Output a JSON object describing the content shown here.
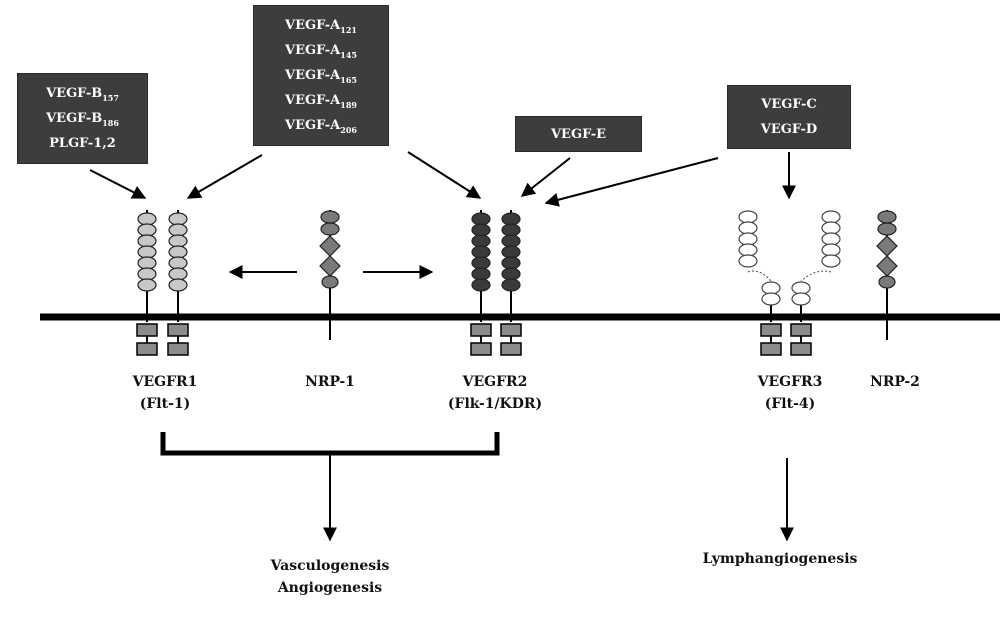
{
  "ligand_boxes": {
    "vegf_b": [
      {
        "base": "VEGF-B",
        "sub": "157"
      },
      {
        "base": "VEGF-B",
        "sub": "186"
      },
      {
        "base": "PLGF-1,2",
        "sub": ""
      }
    ],
    "vegf_a": [
      {
        "base": "VEGF-A",
        "sub": "121"
      },
      {
        "base": "VEGF-A",
        "sub": "145"
      },
      {
        "base": "VEGF-A",
        "sub": "165"
      },
      {
        "base": "VEGF-A",
        "sub": "189"
      },
      {
        "base": "VEGF-A",
        "sub": "206"
      }
    ],
    "vegf_e": [
      {
        "base": "VEGF-E",
        "sub": ""
      }
    ],
    "vegf_cd": [
      {
        "base": "VEGF-C",
        "sub": ""
      },
      {
        "base": "VEGF-D",
        "sub": ""
      }
    ]
  },
  "receptors": {
    "vegfr1": {
      "name": "VEGFR1",
      "alias": "(Flt-1)"
    },
    "nrp1": {
      "name": "NRP-1"
    },
    "vegfr2": {
      "name": "VEGFR2",
      "alias": "(Flk-1/KDR)"
    },
    "vegfr3": {
      "name": "VEGFR3",
      "alias": "(Flt-4)"
    },
    "nrp2": {
      "name": "NRP-2"
    }
  },
  "outcomes": {
    "vasc_line1": "Vasculogenesis",
    "vasc_line2": "Angiogenesis",
    "lymph": "Lymphangiogenesis"
  },
  "colors": {
    "background": "#ffffff",
    "box_fill": "#3d3d3d",
    "membrane": "#000000",
    "vegfr1_domain": "#c8c8c8",
    "vegfr2_domain": "#3a3a3a",
    "vegfr3_domain": "#ffffff",
    "nrp_domain": "#7a7a7a",
    "kinase_domain": "#8c8c8c"
  }
}
